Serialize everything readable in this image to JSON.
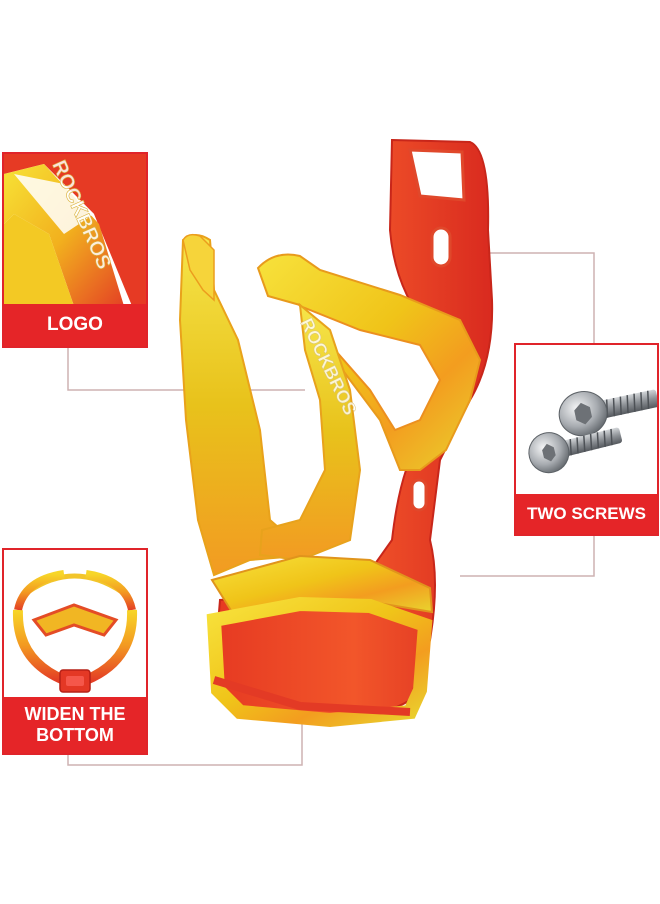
{
  "callouts": {
    "logo": {
      "label": "LOGO",
      "icon": "rockbros-logo-closeup"
    },
    "screws": {
      "label": "TWO SCREWS",
      "icon": "screws-image"
    },
    "widen": {
      "label": "WIDEN THE\nBOTTOM",
      "label_line1": "WIDEN THE",
      "label_line2": "BOTTOM",
      "icon": "cage-bottom-view"
    }
  },
  "product": {
    "brand_text": "ROCKBROS",
    "name": "bottle-cage"
  },
  "colors": {
    "accent_red": "#e52528",
    "cage_red": "#e43b27",
    "cage_yellow": "#f3d61a",
    "leader_line": "#c9a9a9"
  }
}
